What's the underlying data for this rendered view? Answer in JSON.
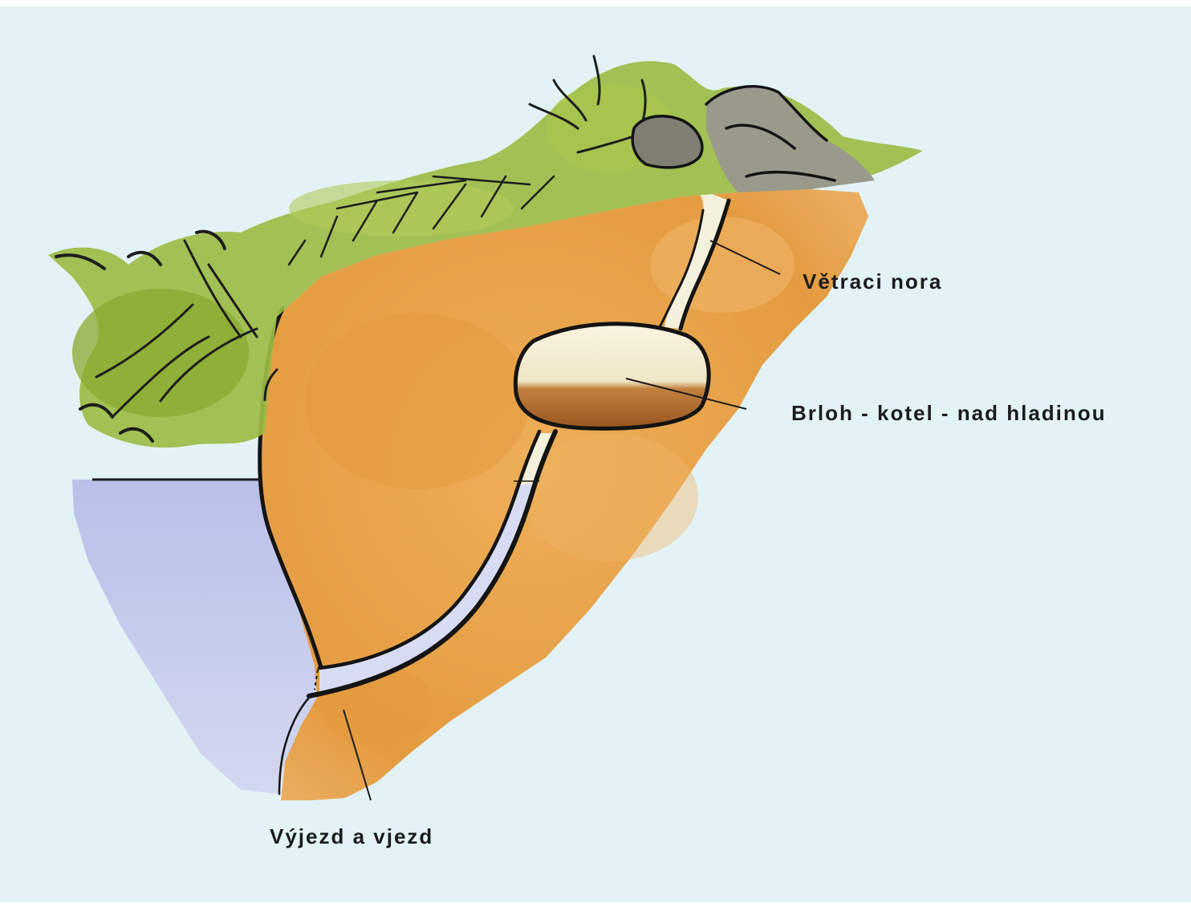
{
  "labels": {
    "ventilation": "Větraci nora",
    "den": "Brloh - kotel - nad hladinou",
    "entrance": "Výjezd a vjezd"
  },
  "colors": {
    "sky": "#e3f3f5",
    "soil": "#e7a047",
    "soil_dark": "#d98a2e",
    "water": "#c2c6ea",
    "tunnel": "#f2f0dc",
    "den_floor": "#a8632a",
    "vegetation": "#94b23a",
    "rock": "#8c8c80",
    "ink": "#161616"
  }
}
